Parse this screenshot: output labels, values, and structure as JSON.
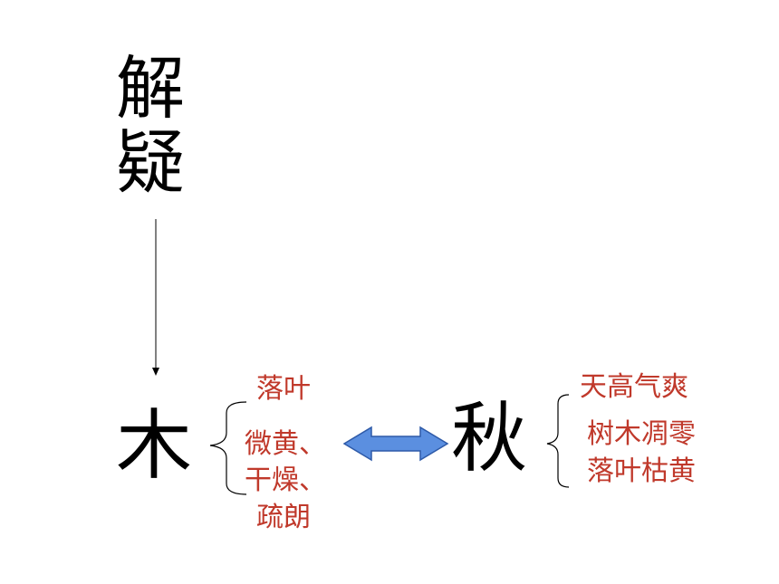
{
  "title_chars": [
    "解",
    "疑"
  ],
  "left_char": "木",
  "left_items": [
    "落叶",
    "微黄、",
    "干燥、",
    "疏朗"
  ],
  "right_char": "秋",
  "right_items": [
    "天高气爽",
    "树木凋零",
    "落叶枯黄"
  ],
  "colors": {
    "text": "#000000",
    "highlight": "#c0392b",
    "arrow_fill": "#5b8fe0",
    "arrow_stroke": "#2e5aa8"
  }
}
